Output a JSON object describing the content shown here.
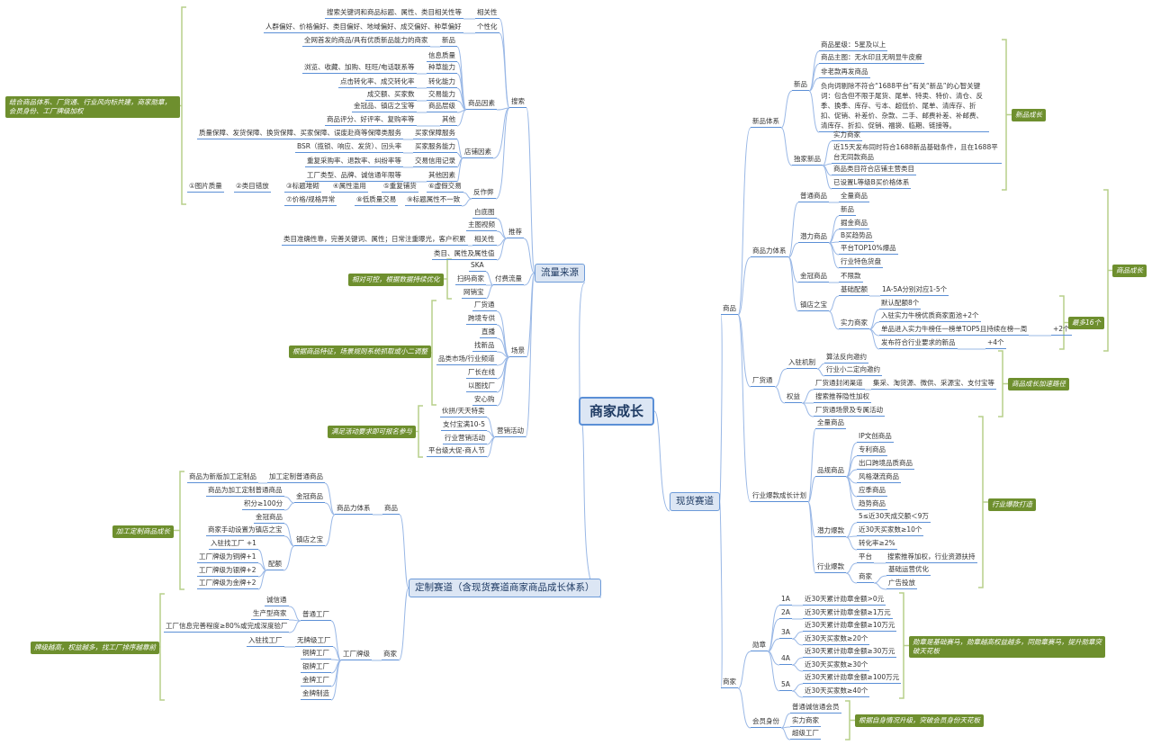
{
  "root": "商家成长",
  "branches": {
    "traffic": "流量来源",
    "spot": "现货赛道",
    "custom": "定制赛道（含现货赛道商家商品成长体系）"
  },
  "traffic": {
    "search": {
      "label": "搜索",
      "relevance": {
        "label": "相关性",
        "detail": "搜索关键词和商品标题、属性、类目相关性等"
      },
      "personal": {
        "label": "个性化",
        "detail": "人群偏好、价格偏好、类目偏好、地域偏好、成交偏好、种草偏好"
      },
      "product_factor": {
        "label": "商品因素",
        "items": [
          {
            "label": "新品",
            "detail": "全网首发的商品/具有优质新品能力的商家"
          },
          {
            "label": "信息质量",
            "detail": ""
          },
          {
            "label": "种草能力",
            "detail": "浏览、收藏、加购、旺旺/电话联系等"
          },
          {
            "label": "转化能力",
            "detail": "点击转化率、成交转化率"
          },
          {
            "label": "交易能力",
            "detail": "成交额、买家数"
          },
          {
            "label": "商品层级",
            "detail": "金冠品、镇店之宝等"
          },
          {
            "label": "其他",
            "detail": "商品评分、好评率、复购率等"
          }
        ]
      },
      "shop_factor": {
        "label": "店铺因素",
        "items": [
          {
            "label": "买家保障服务",
            "detail": "质量保障、发货保障、换货保障、买家保障、误废赴商等保障类服务"
          },
          {
            "label": "买家服务能力",
            "detail": "BSR（揽锁、响应、发货）、回头率"
          },
          {
            "label": "交易信用记录",
            "detail": "重复采购率、退款率、纠纷率等"
          },
          {
            "label": "其他因素",
            "detail": "工厂类型、品牌、诚信通年限等"
          }
        ]
      },
      "anti_cheat": {
        "label": "反作弊",
        "row1": [
          "①图片质量",
          "②类目错放",
          "③标题堆砌",
          "④属性滥用",
          "⑤重复铺货",
          "⑥虚假交易"
        ],
        "row2": [
          "⑦价格/规格异常",
          "⑧低质量交易",
          "⑨标题属性不一致"
        ]
      }
    },
    "recommend": {
      "label": "推荐",
      "items": [
        "白底图",
        "主图视频",
        "相关性",
        "类目、属性及属性值"
      ],
      "relevance_detail": "类目准确性靠，完善关键词、属性；日常注重曝光，客户积累"
    },
    "paid": {
      "label": "付费流量",
      "items": [
        "SKA",
        "扫码商家",
        "网销宝"
      ],
      "summary": "相对可控，根据数据持续优化"
    },
    "scene": {
      "label": "场景",
      "items": [
        "厂货通",
        "跨境专供",
        "直播",
        "找新品",
        "品类市场/行业频道",
        "厂长在线",
        "以图找厂",
        "安心购"
      ],
      "summary": "根据商品特征，场景规则系统抓取或小二调整"
    },
    "campaign": {
      "label": "营销活动",
      "items": [
        "伙拼/天天特卖",
        "支付宝满10-5",
        "行业营销活动",
        "平台级大促-商人节"
      ],
      "summary": "满足活动要求即可报名参与"
    },
    "summary": "结合商品体系、厂货通、行业风向标共建，商家勋章，会员身份、工厂牌级加权"
  },
  "custom": {
    "product": {
      "label": "商品",
      "system": {
        "label": "商品力体系",
        "custom_normal": {
          "label": "加工定制普通商品",
          "detail": "商品为新版加工定制品"
        },
        "golden": {
          "label": "金冠商品",
          "items": [
            "商品为加工定制普通商品",
            "积分≥100分"
          ]
        },
        "treasure": {
          "label": "镇店之宝",
          "items": [
            "金冠商品",
            "商家手动设置为镇店之宝"
          ],
          "quota": {
            "label": "配额",
            "items": [
              "入驻找工厂 +1",
              "工厂牌级为铜牌+1",
              "工厂牌级为银牌+2",
              "工厂牌级为金牌+2"
            ]
          }
        }
      },
      "summary": "加工定制商品成长"
    },
    "merchant": {
      "label": "商家",
      "grade": {
        "label": "工厂牌级",
        "normal": {
          "label": "普通工厂",
          "items": [
            "诚信通",
            "生产型商家",
            "工厂信息完善程度≥80%或完成深度验厂"
          ]
        },
        "none": {
          "label": "无牌级工厂",
          "detail": "入驻找工厂"
        },
        "others": [
          "铜牌工厂",
          "银牌工厂",
          "金牌工厂",
          "金牌制造"
        ]
      },
      "summary": "牌级越高，权益越多，找工厂排序越靠前"
    }
  },
  "spot": {
    "product": {
      "label": "商品",
      "newsys": {
        "label": "新品体系",
        "new": {
          "label": "新品",
          "items": [
            "商品星级：5星及以上",
            "商品主图：无水印且无明显牛皮癣",
            "非老款再发商品",
            "负向词剔除不符合“1688平台”有关“新品”的心智关键词：包含但不限于尾货、尾单、特卖、特价、清仓、反季、换季、库存、亏本、超低价、尾单、清库存、折扣、促销、补差价、杂款、二手、邮费补差、补邮费、清库存、折扣、促销、福袋、临期、链接等。"
          ]
        },
        "exclusive": {
          "label": "独家新品",
          "items": [
            "实力商家",
            "近15天发布同时符合1688新品基础条件，且在1688平台无同款商品",
            "商品类目符合店铺主营类目",
            "已设置L等级B买价格体系"
          ]
        },
        "summary": "新品成长"
      },
      "power": {
        "label": "商品力体系",
        "normal": {
          "label": "普通商品",
          "detail": "全量商品"
        },
        "potential": {
          "label": "潜力商品",
          "items": [
            "新品",
            "掘金商品",
            "B买趋势品",
            "平台TOP10%爆品",
            "行业特色货盘"
          ]
        },
        "golden": {
          "label": "金冠商品",
          "detail": "不限款"
        },
        "treasure": {
          "label": "镇店之宝",
          "base": {
            "label": "基础配额",
            "detail": "1A-5A分别对应1-5个"
          },
          "strong": {
            "label": "实力商家",
            "items": [
              "默认配额8个",
              "入驻实力牛榜优质商家面池+2个",
              "单品进入实力牛榜任一榜单TOP5且持续在榜一周",
              "发布符合行业要求的新品"
            ],
            "extras": [
              "+2个",
              "+4个"
            ]
          },
          "summary": "最多16个"
        }
      },
      "factory_pass": {
        "label": "厂货通",
        "entry": {
          "label": "入驻机制",
          "items": [
            "算法反向邀约",
            "行业小二定向邀约"
          ]
        },
        "rights": {
          "label": "权益",
          "closed": {
            "label": "厂货通封闭渠道",
            "detail": "集采、淘货源、微供、采源宝、支付宝等"
          },
          "items": [
            "搜索推荐隐性加权",
            "厂货通场景及专属活动"
          ]
        },
        "summary": "商品成长加速路径"
      },
      "hot": {
        "label": "行业爆款成长计划",
        "all": "全量商品",
        "quality": {
          "label": "品规商品",
          "items": [
            "IP文创商品",
            "专利商品",
            "出口跨境品质商品",
            "风格潮流商品",
            "应季商品",
            "趋势商品"
          ]
        },
        "potential": {
          "label": "潜力爆款",
          "items": [
            "5≤近30天成交额＜9万",
            "近30天买家数≥10个",
            "转化率≥2%"
          ]
        },
        "industry": {
          "label": "行业爆款",
          "platform": {
            "label": "平台",
            "detail": "搜索推荐加权，行业资源扶持"
          },
          "merchant": {
            "label": "商家",
            "items": [
              "基础运营优化",
              "广告投放"
            ]
          }
        },
        "summary": "行业爆款打造"
      },
      "summary": "商品成长"
    },
    "merchant": {
      "label": "商家",
      "medal": {
        "label": "勋章",
        "levels": [
          {
            "label": "1A",
            "items": [
              "近30天累计勋章金额>0元"
            ]
          },
          {
            "label": "2A",
            "items": [
              "近30天累计勋章金额≥1万元"
            ]
          },
          {
            "label": "3A",
            "items": [
              "近30天累计勋章金额≥10万元",
              "近30天买家数≥20个"
            ]
          },
          {
            "label": "4A",
            "items": [
              "近30天累计勋章金额≥30万元",
              "近30天买家数≥30个"
            ]
          },
          {
            "label": "5A",
            "items": [
              "近30天累计勋章金额≥100万元",
              "近30天买家数≥40个"
            ]
          }
        ],
        "summary": "勋章是基础赛马，勋章越高权益越多，同勋章赛马，提升勋章突破天花板"
      },
      "member": {
        "label": "会员身份",
        "items": [
          "普通诚信通会员",
          "实力商家",
          "超级工厂"
        ],
        "summary": "根据自身情况升级，突破会员身份天花板"
      }
    }
  }
}
